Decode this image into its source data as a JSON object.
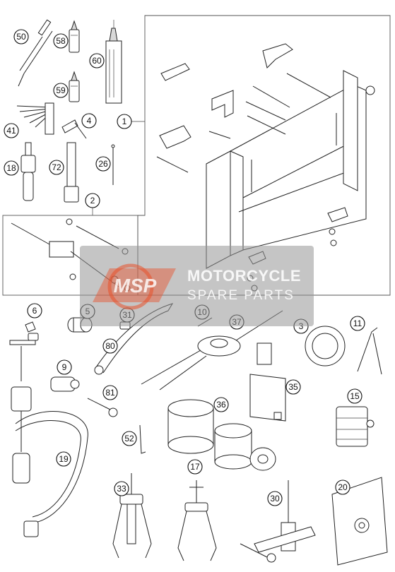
{
  "callouts": [
    {
      "id": "1",
      "label": "1"
    },
    {
      "id": "2",
      "label": "2"
    },
    {
      "id": "3",
      "label": "3"
    },
    {
      "id": "4",
      "label": "4"
    },
    {
      "id": "5",
      "label": "5"
    },
    {
      "id": "6",
      "label": "6"
    },
    {
      "id": "9",
      "label": "9"
    },
    {
      "id": "10",
      "label": "10"
    },
    {
      "id": "11",
      "label": "11"
    },
    {
      "id": "15",
      "label": "15"
    },
    {
      "id": "17",
      "label": "17"
    },
    {
      "id": "18",
      "label": "18"
    },
    {
      "id": "19",
      "label": "19"
    },
    {
      "id": "20",
      "label": "20"
    },
    {
      "id": "26",
      "label": "26"
    },
    {
      "id": "30",
      "label": "30"
    },
    {
      "id": "31",
      "label": "31"
    },
    {
      "id": "33",
      "label": "33"
    },
    {
      "id": "35",
      "label": "35"
    },
    {
      "id": "36",
      "label": "36"
    },
    {
      "id": "37",
      "label": "37"
    },
    {
      "id": "41",
      "label": "41"
    },
    {
      "id": "50",
      "label": "50"
    },
    {
      "id": "52",
      "label": "52"
    },
    {
      "id": "58",
      "label": "58"
    },
    {
      "id": "59",
      "label": "59"
    },
    {
      "id": "60",
      "label": "60"
    },
    {
      "id": "72",
      "label": "72"
    },
    {
      "id": "80",
      "label": "80"
    },
    {
      "id": "81",
      "label": "81"
    }
  ],
  "watermark": {
    "logo_text": "MSP",
    "title": "MOTORCYCLE",
    "subtitle": "SPARE PARTS"
  },
  "colors": {
    "line": "#222222",
    "watermark_bg": "#969696",
    "watermark_logo": "#e8502a"
  }
}
